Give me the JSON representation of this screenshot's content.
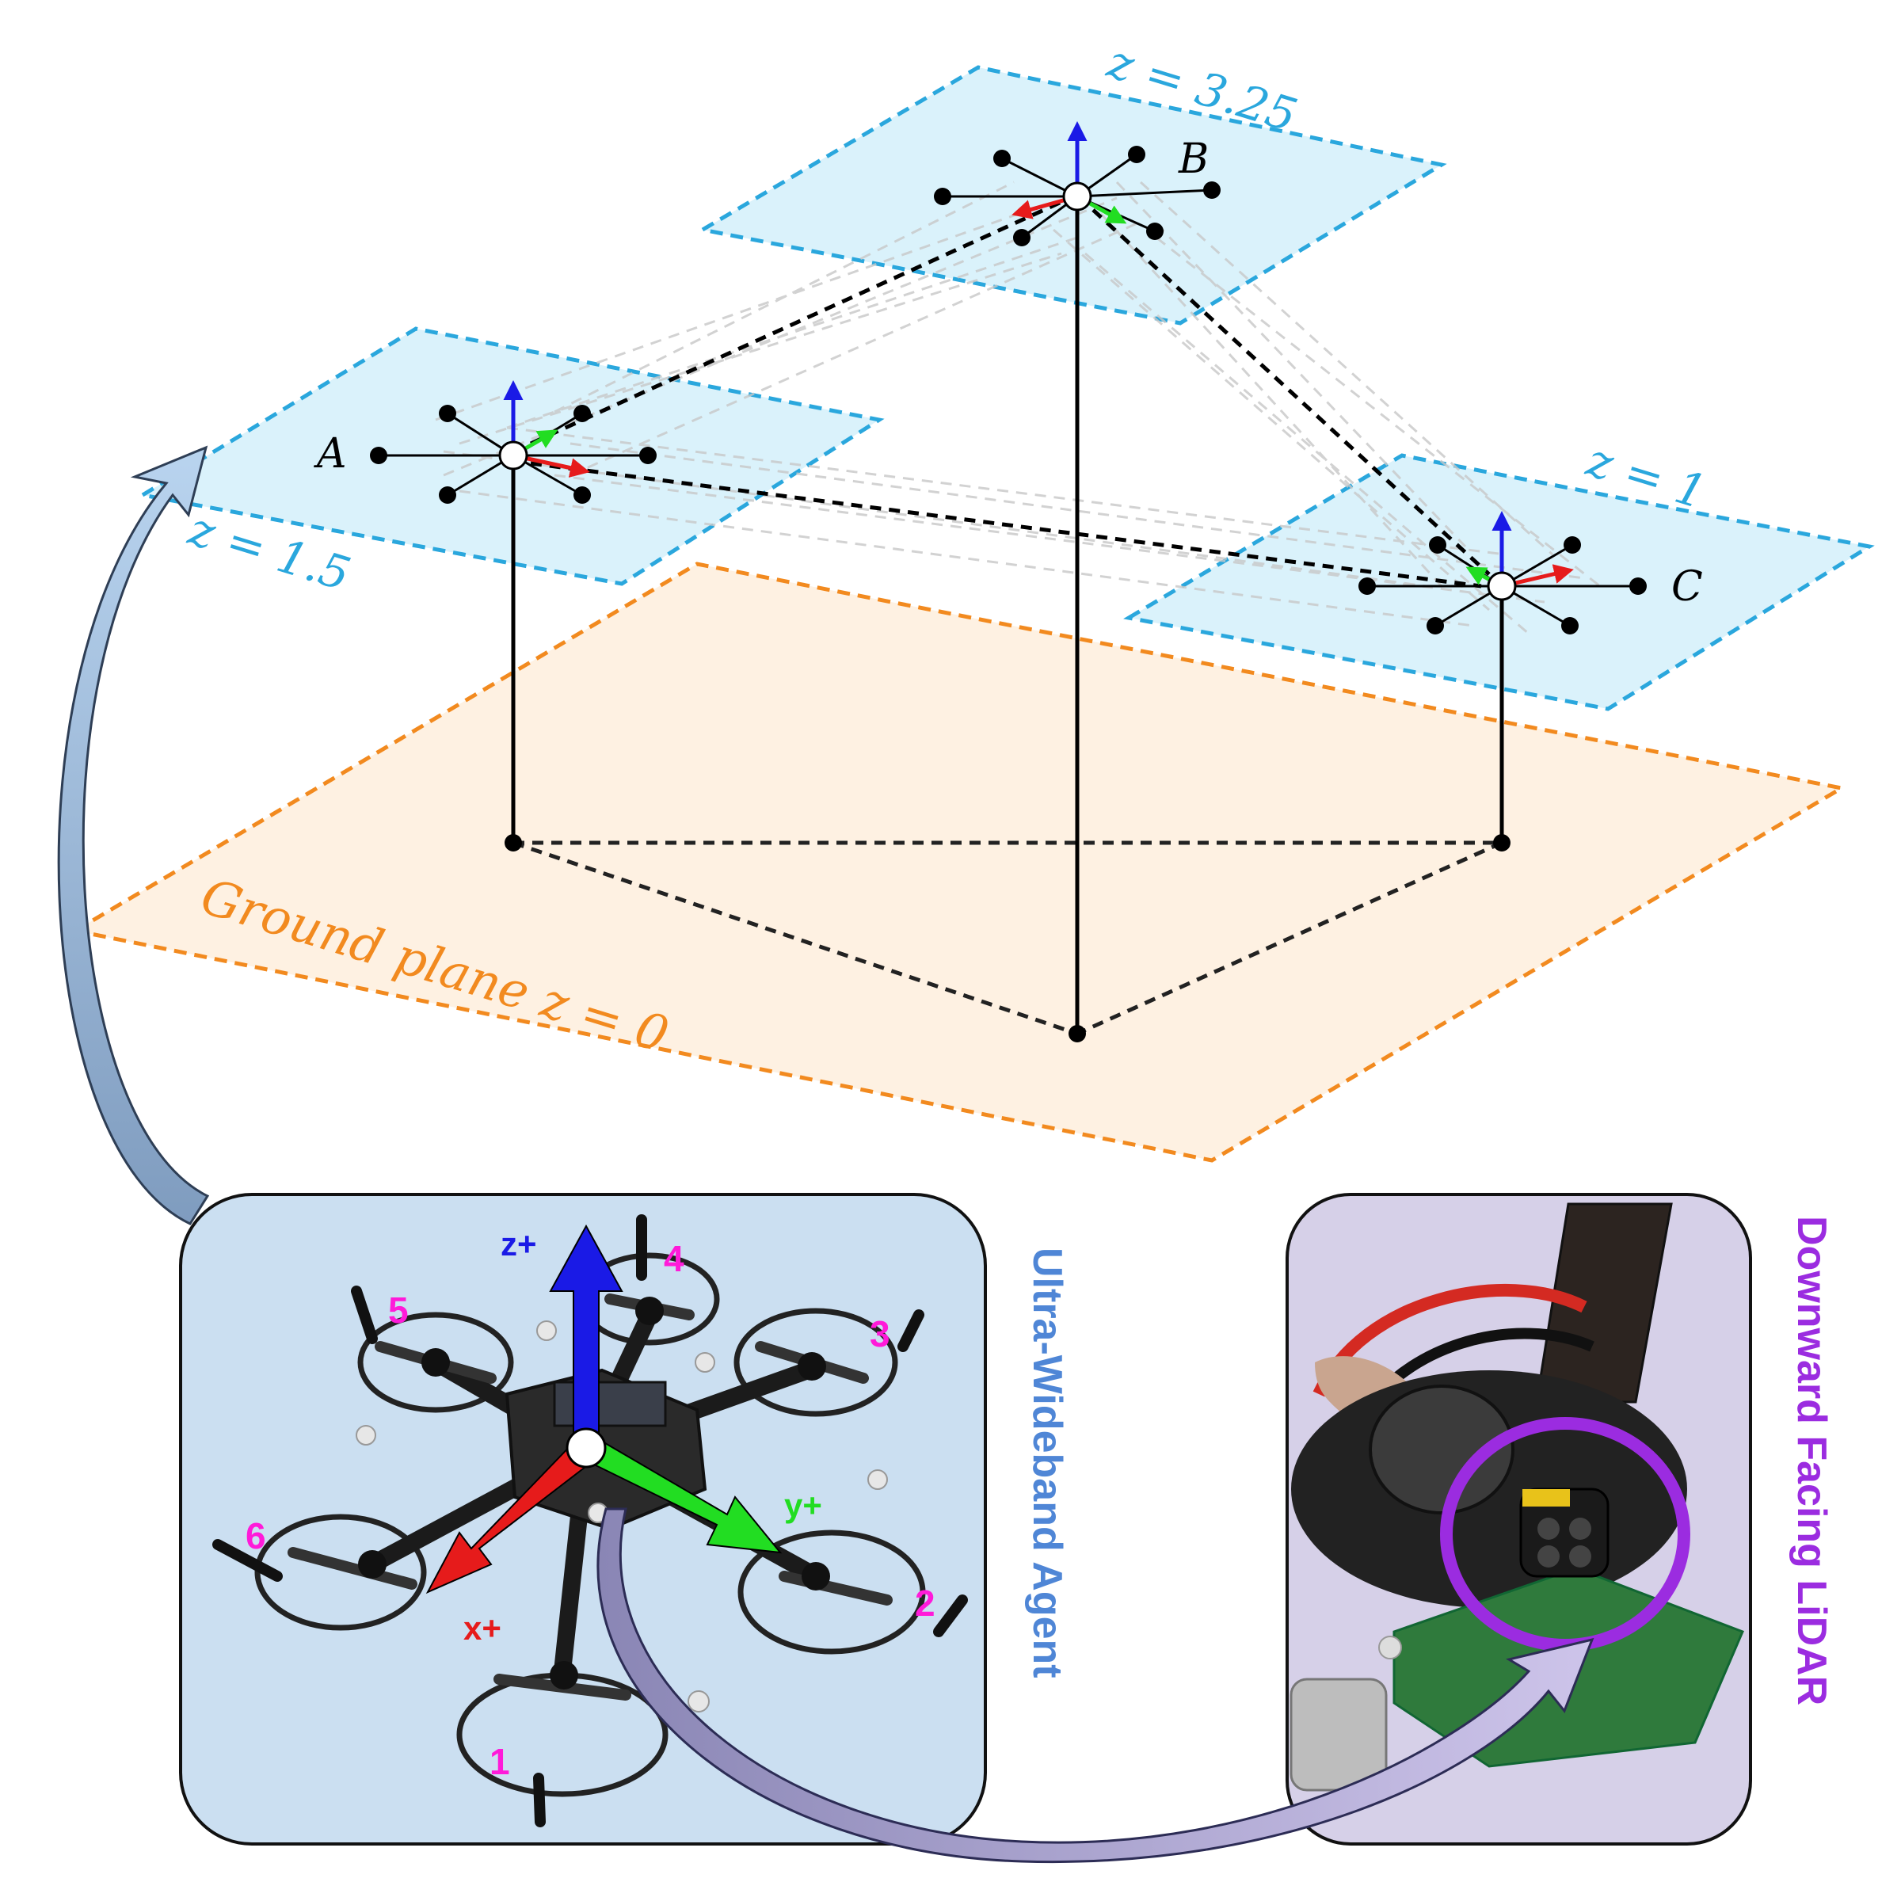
{
  "planes": {
    "ground_label": "Ground plane z = 0",
    "A_label": "z = 1.5",
    "B_label": "z = 3.25",
    "C_label": "z = 1"
  },
  "agents": {
    "A": "A",
    "B": "B",
    "C": "C"
  },
  "uwb_panel": {
    "title": "Ultra-Wideband Agent",
    "axis_z": "z+",
    "axis_x": "x+",
    "axis_y": "y+",
    "motors": [
      "1",
      "2",
      "3",
      "4",
      "5",
      "6"
    ]
  },
  "lidar_panel": {
    "title": "Downward Facing LiDAR"
  },
  "colors": {
    "plane_blue": "#2aa7dd",
    "plane_blue_fill": "#cdeefa",
    "ground_orange": "#f28a1f",
    "ground_fill": "#fdebd6",
    "uwb_text": "#4f86d6",
    "lidar_text": "#9b2ce0",
    "motor_label": "#ff1ad9",
    "axis_x": "#e61b1b",
    "axis_y": "#22dd22",
    "axis_z": "#1a1ae6"
  }
}
